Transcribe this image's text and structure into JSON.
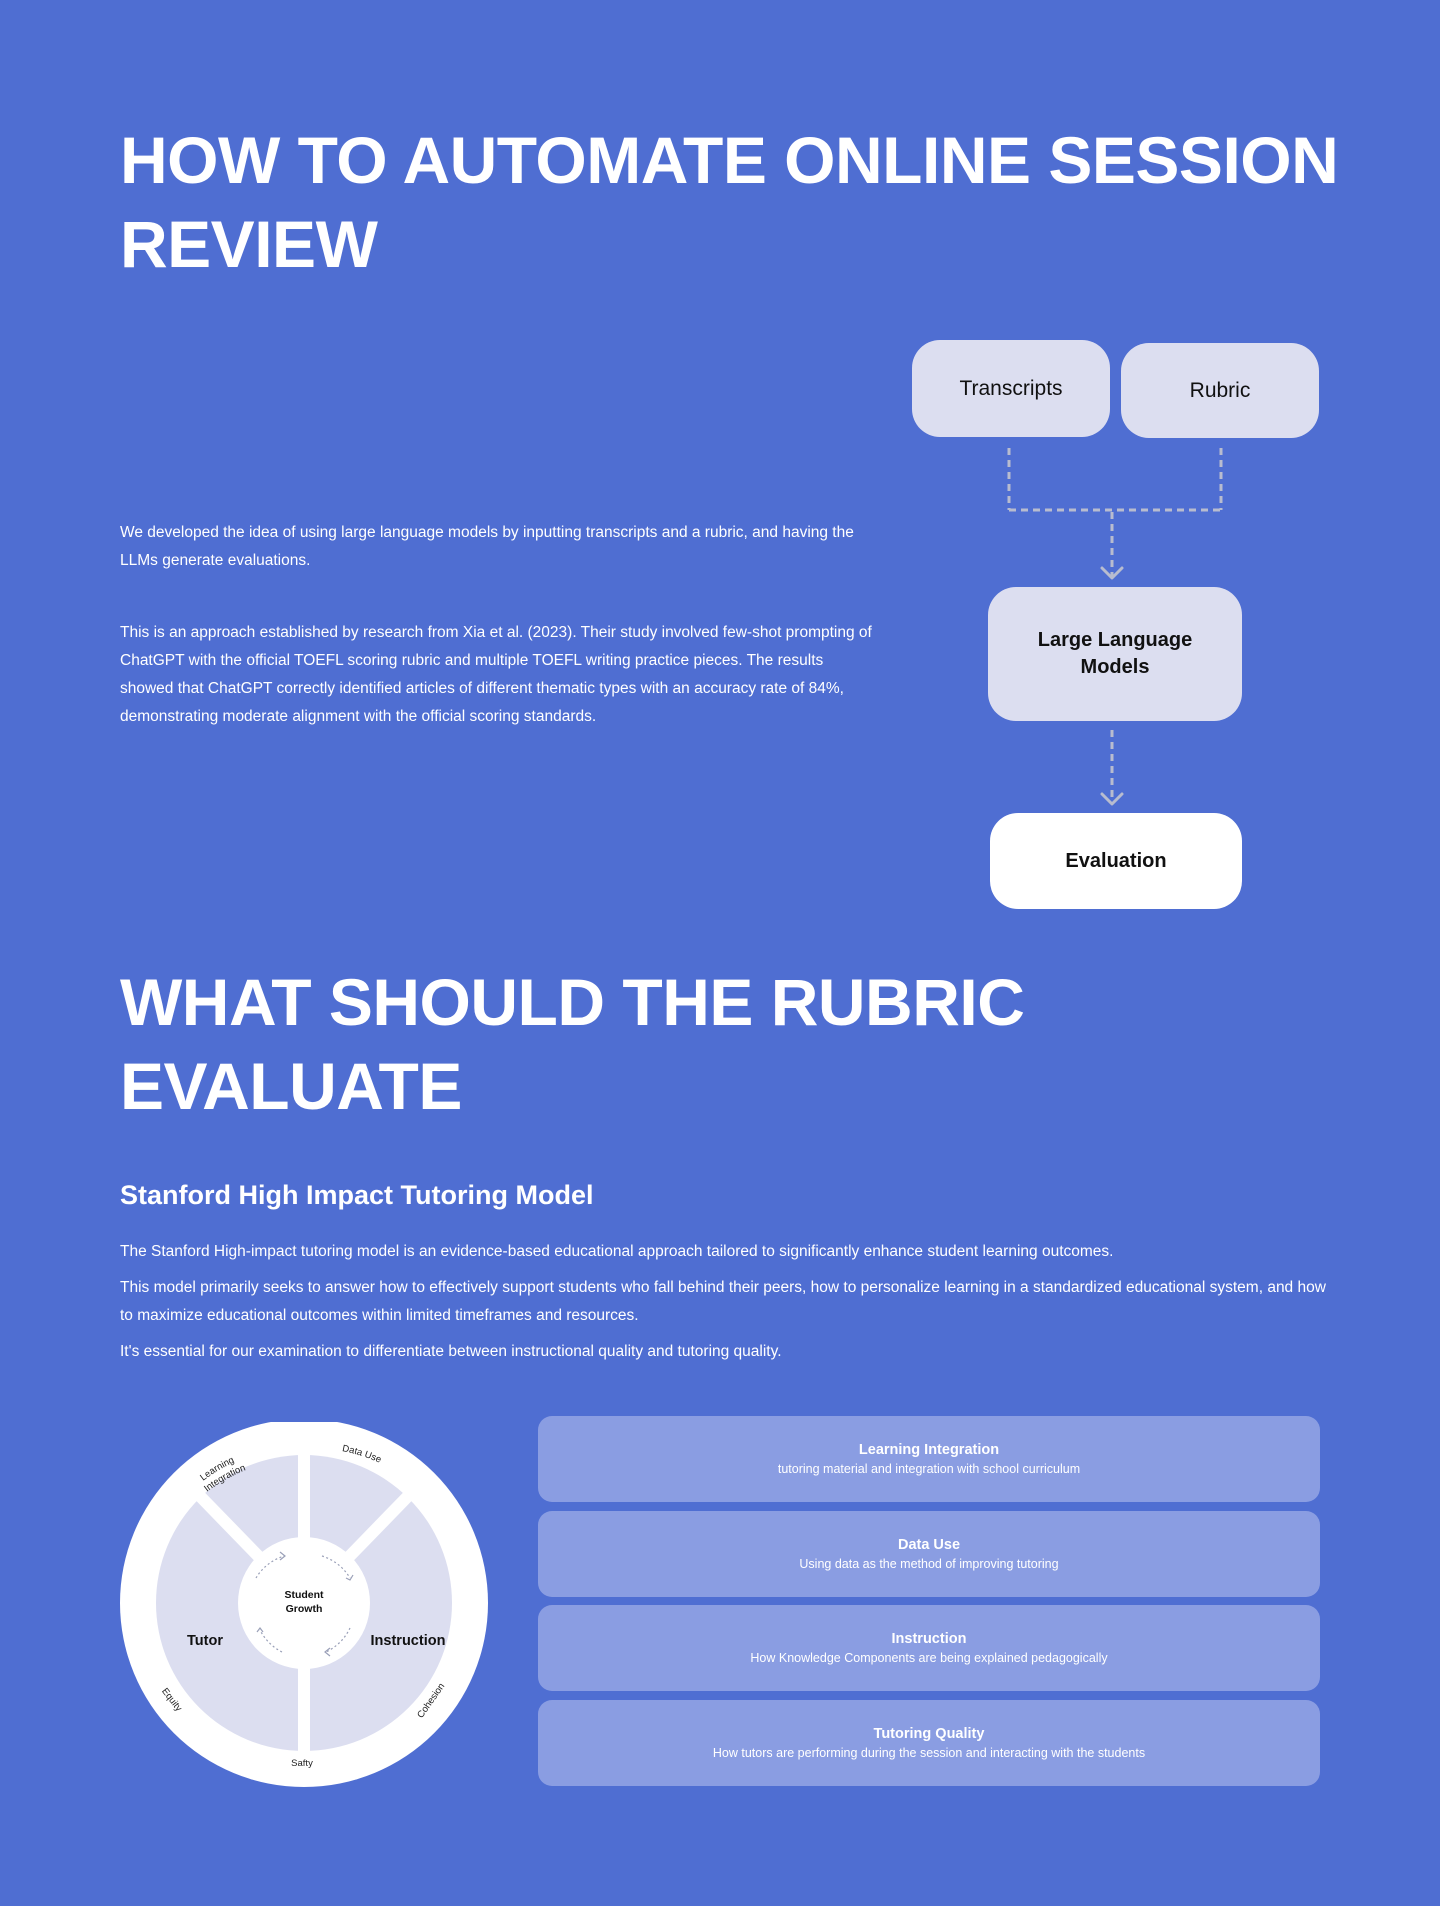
{
  "section1": {
    "title_line1": "HOW TO AUTOMATE ONLINE SESSION",
    "title_line2": "REVIEW",
    "paragraph1": "We developed the idea of using large language models by inputting transcripts and a rubric, and having the LLMs generate evaluations.",
    "paragraph2": "This is an approach established by research from Xia et al. (2023). Their study involved few-shot prompting of ChatGPT with the official TOEFL scoring rubric and multiple TOEFL writing practice pieces. The results showed that ChatGPT correctly identified articles of different thematic types with an accuracy rate of 84%, demonstrating moderate alignment with the official scoring standards."
  },
  "flow": {
    "transcripts": "Transcripts",
    "rubric": "Rubric",
    "llm_line1": "Large Language",
    "llm_line2": "Models",
    "evaluation": "Evaluation"
  },
  "section2": {
    "title_line1": "WHAT SHOULD THE RUBRIC",
    "title_line2": "EVALUATE",
    "subtitle": "Stanford High Impact Tutoring Model",
    "p1": "The Stanford High-impact tutoring model is an evidence-based educational approach tailored to significantly enhance student learning outcomes.",
    "p2": "This model primarily seeks to answer how to effectively support students who fall behind their peers, how to personalize learning in a standardized educational system, and how to maximize educational outcomes within limited timeframes and resources.",
    "p3": "It's essential for our examination to differentiate between instructional quality and tutoring quality."
  },
  "wheel": {
    "center_line1": "Student",
    "center_line2": "Growth",
    "tutor": "Tutor",
    "instruction": "Instruction",
    "ring_learning_1": "Learning",
    "ring_learning_2": "Integration",
    "ring_data_use": "Data Use",
    "ring_equity": "Equity",
    "ring_cohesion": "Cohesion",
    "ring_safety": "Safty"
  },
  "cards": [
    {
      "title": "Learning Integration",
      "desc": "tutoring material and integration with school curriculum"
    },
    {
      "title": "Data Use",
      "desc": "Using data as the method of improving tutoring"
    },
    {
      "title": "Instruction",
      "desc": "How Knowledge Components are being explained pedagogically"
    },
    {
      "title": "Tutoring Quality",
      "desc": "How tutors are performing during the session and interacting with the students"
    }
  ],
  "colors": {
    "background": "#4f6ed2",
    "box_lavender": "#dcdef0",
    "card": "#8a9de2",
    "connector": "#b8bccf"
  }
}
